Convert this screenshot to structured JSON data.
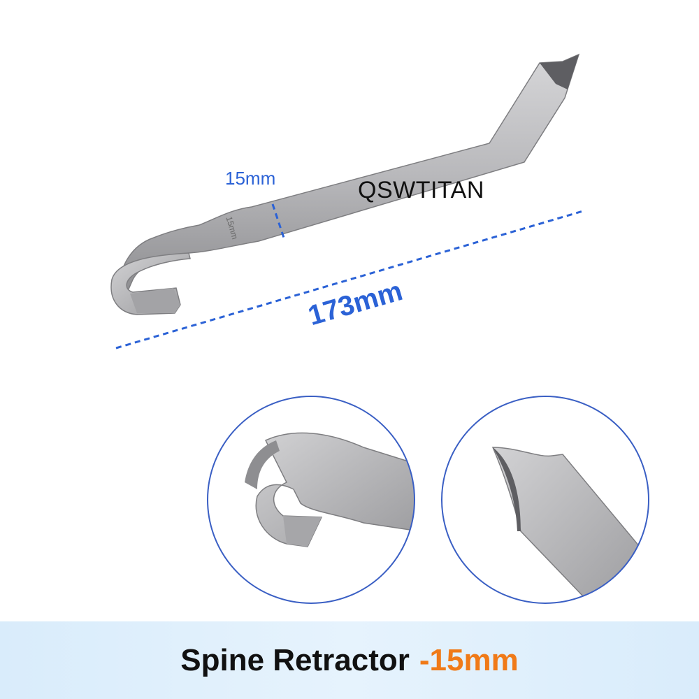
{
  "labels": {
    "width": "15mm",
    "brand": "QSWTITAN",
    "length": "173mm",
    "engraving": "15mm"
  },
  "banner": {
    "title": "Spine Retractor",
    "accent": "-15mm"
  },
  "colors": {
    "dimension_blue": "#2b62d6",
    "accent_orange": "#f07a18",
    "banner_bg": "#dcedfb",
    "steel_light": "#c9c9cb",
    "steel_dark": "#8a8a8c"
  }
}
